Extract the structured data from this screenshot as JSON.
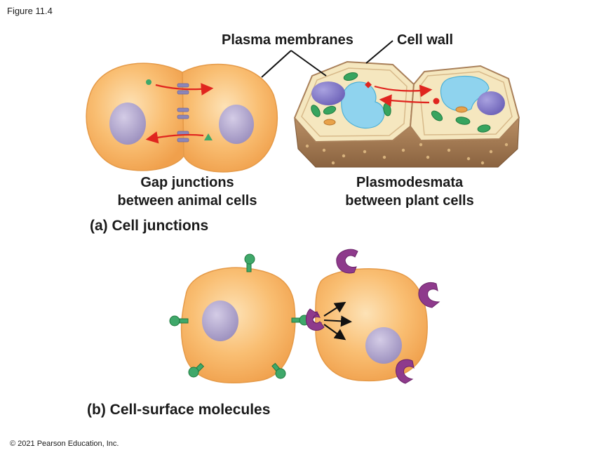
{
  "figure_label": "Figure 11.4",
  "labels": {
    "plasma_membranes": "Plasma membranes",
    "cell_wall": "Cell wall",
    "gap_junctions_line1": "Gap junctions",
    "gap_junctions_line2": "between animal cells",
    "plasmodesmata_line1": "Plasmodesmata",
    "plasmodesmata_line2": "between plant cells",
    "panel_a": "(a) Cell junctions",
    "panel_b": "(b) Cell-surface molecules"
  },
  "copyright": "© 2021 Pearson Education, Inc.",
  "colors": {
    "cell_fill": "#f7b565",
    "nucleus": "#a89cc8",
    "arrow_red": "#e0251f",
    "receptor_purple": "#8e3a8c",
    "ligand_green": "#3fa86a",
    "wall_brown": "#a9805a",
    "vacuole": "#8fd3ee"
  }
}
